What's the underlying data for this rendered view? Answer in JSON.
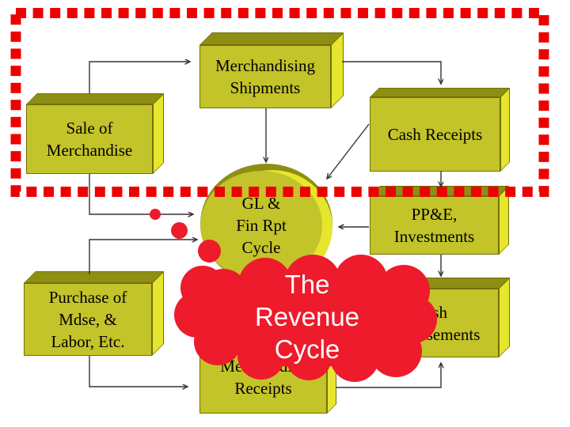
{
  "colors": {
    "background": "#ffffff",
    "box_front": "#c3c32a",
    "box_top": "#8e8e12",
    "box_side": "#e6e62e",
    "box_edge": "#70700a",
    "text": "#000000",
    "cloud_red": "#ed1b2b",
    "cloud_text": "#ffffff",
    "dashed_border": "#ee0000",
    "connector": "#333333"
  },
  "nodes": {
    "merchandising_shipments": {
      "lines": [
        "Merchandising",
        "Shipments"
      ]
    },
    "sale_of_merchandise": {
      "lines": [
        "Sale of",
        "Merchandise"
      ]
    },
    "cash_receipts": {
      "lines": [
        "Cash Receipts"
      ]
    },
    "gl_fin_rpt_cycle": {
      "lines": [
        "GL &",
        "Fin Rpt",
        "Cycle"
      ]
    },
    "ppe_investments": {
      "lines": [
        "PP&E,",
        "Investments"
      ]
    },
    "purchase_of_mdse": {
      "lines": [
        "Purchase of",
        "Mdse, &",
        "Labor, Etc."
      ]
    },
    "cash_disbursements": {
      "lines": [
        "Cash",
        "Disbursements"
      ]
    },
    "merchandise_receipts": {
      "lines": [
        "Merchandise",
        "Receipts"
      ]
    }
  },
  "callout": {
    "lines": [
      "The",
      "Revenue",
      "Cycle"
    ]
  },
  "edges": [
    {
      "from": "sale_of_merchandise",
      "to": "merchandising_shipments"
    },
    {
      "from": "merchandising_shipments",
      "to": "gl_fin_rpt_cycle"
    },
    {
      "from": "merchandising_shipments",
      "to": "cash_receipts"
    },
    {
      "from": "cash_receipts",
      "to": "gl_fin_rpt_cycle"
    },
    {
      "from": "cash_receipts",
      "to": "ppe_investments"
    },
    {
      "from": "ppe_investments",
      "to": "gl_fin_rpt_cycle"
    },
    {
      "from": "ppe_investments",
      "to": "cash_disbursements"
    },
    {
      "from": "sale_of_merchandise",
      "to": "gl_fin_rpt_cycle"
    },
    {
      "from": "purchase_of_mdse",
      "to": "gl_fin_rpt_cycle"
    },
    {
      "from": "purchase_of_mdse",
      "to": "merchandise_receipts"
    },
    {
      "from": "merchandise_receipts",
      "to": "cash_disbursements"
    }
  ]
}
